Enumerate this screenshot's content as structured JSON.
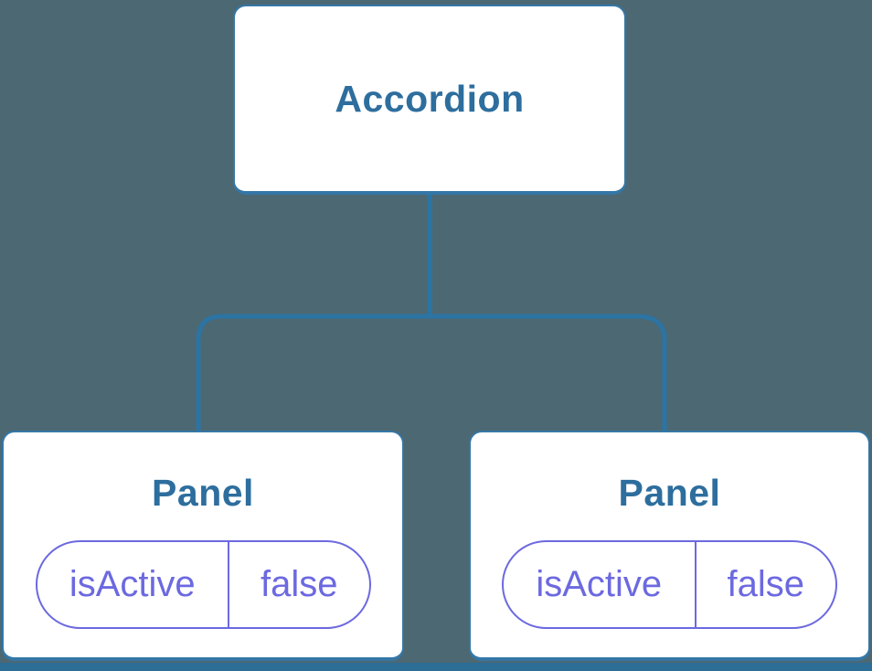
{
  "diagram": {
    "root": {
      "title": "Accordion"
    },
    "children": [
      {
        "title": "Panel",
        "state": {
          "key": "isActive",
          "value": "false"
        }
      },
      {
        "title": "Panel",
        "state": {
          "key": "isActive",
          "value": "false"
        }
      }
    ],
    "colors": {
      "background": "#4c6873",
      "connector_line": "#2b74a4",
      "node_border": "#3477a7",
      "node_background": "#ffffff",
      "node_title_text": "#2d6e9e",
      "state_accent": "#6c69e0",
      "bottom_strip": "#2c6e96"
    }
  }
}
